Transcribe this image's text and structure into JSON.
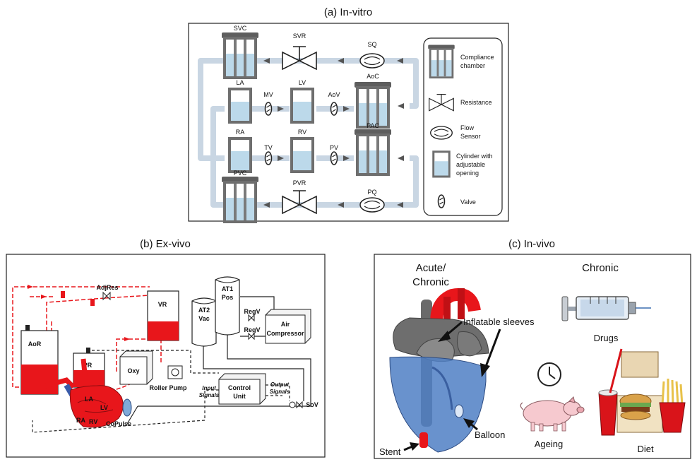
{
  "panels": {
    "a": {
      "title": "(a) In-vitro",
      "labels": {
        "svc": "SVC",
        "svr": "SVR",
        "sq": "SQ",
        "la": "LA",
        "mv": "MV",
        "lv": "LV",
        "aov": "AoV",
        "aoc": "AoC",
        "ra": "RA",
        "tv": "TV",
        "rv": "RV",
        "pv": "PV",
        "pac": "PAC",
        "pvc": "PVC",
        "pvr": "PVR",
        "pq": "PQ"
      },
      "legend": {
        "compliance": [
          "Compliance",
          "chamber"
        ],
        "resistance": [
          "Resistance"
        ],
        "flow": [
          "Flow",
          "Sensor"
        ],
        "cylinder": [
          "Cylinder with",
          "adjustable",
          "opening"
        ],
        "valve": [
          "Valve"
        ]
      }
    },
    "b": {
      "title": "(b) Ex-vivo",
      "labels": {
        "adjres": "AdjRes",
        "vr": "VR",
        "aor": "AoR",
        "pr": "PR",
        "oxy": "Oxy",
        "roller": "Roller Pump",
        "at2a": "AT2",
        "at2b": "Vac",
        "at1a": "AT1",
        "at1b": "Pos",
        "regv1": "RegV",
        "regv2": "RegV",
        "air1": "Air",
        "air2": "Compressor",
        "control1": "Control",
        "control2": "Unit",
        "input1": "Input",
        "input2": "Signals",
        "output1": "Output",
        "output2": "Signals",
        "sov": "SoV",
        "copulse": "CoPulse",
        "la": "LA",
        "lv": "LV",
        "ra": "RA",
        "rv": "RV"
      }
    },
    "c": {
      "title": "(c) In-vivo",
      "labels": {
        "acute1": "Acute/",
        "acute2": "Chronic",
        "chronic": "Chronic",
        "sleeves": "Inflatable sleeves",
        "balloon": "Balloon",
        "stent": "Stent",
        "drugs": "Drugs",
        "ageing": "Ageing",
        "diet": "Diet"
      }
    }
  },
  "colors": {
    "tube": "#c9d6e3",
    "fluid": "#bcd9ea",
    "chamber": "#6e6e6e",
    "blood": "#e8161b",
    "heart_blue": "#4f7fc4"
  }
}
